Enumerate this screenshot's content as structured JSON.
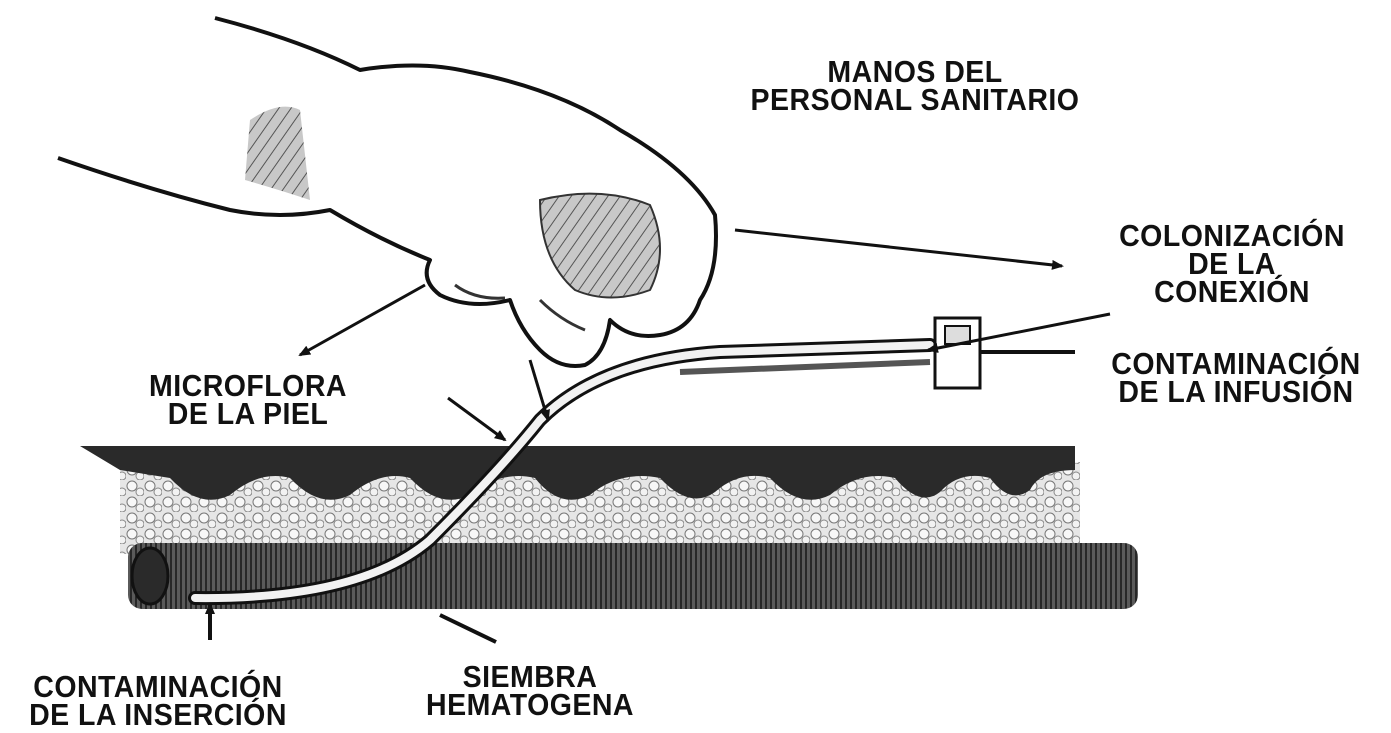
{
  "labels": {
    "hands": {
      "line1": "MANOS DEL",
      "line2": "PERSONAL SANITARIO"
    },
    "connection": {
      "line1": "COLONIZACIÓN",
      "line2": "DE LA CONEXIÓN"
    },
    "infusion": {
      "line1": "CONTAMINACIÓN",
      "line2": "DE LA INFUSIÓN"
    },
    "skin": {
      "line1": "MICROFLORA",
      "line2": "DE LA PIEL"
    },
    "insertion": {
      "line1": "CONTAMINACIÓN",
      "line2": "DE LA INSERCIÓN"
    },
    "hematogenous": {
      "line1": "SIEMBRA",
      "line2": "HEMATOGENA"
    }
  },
  "colors": {
    "ink": "#111111",
    "skin_top": "#2a2a2a",
    "tissue": "#d9d9d9",
    "vessel": "#3a3a3a",
    "hand_shade": "#8a8a8a"
  }
}
